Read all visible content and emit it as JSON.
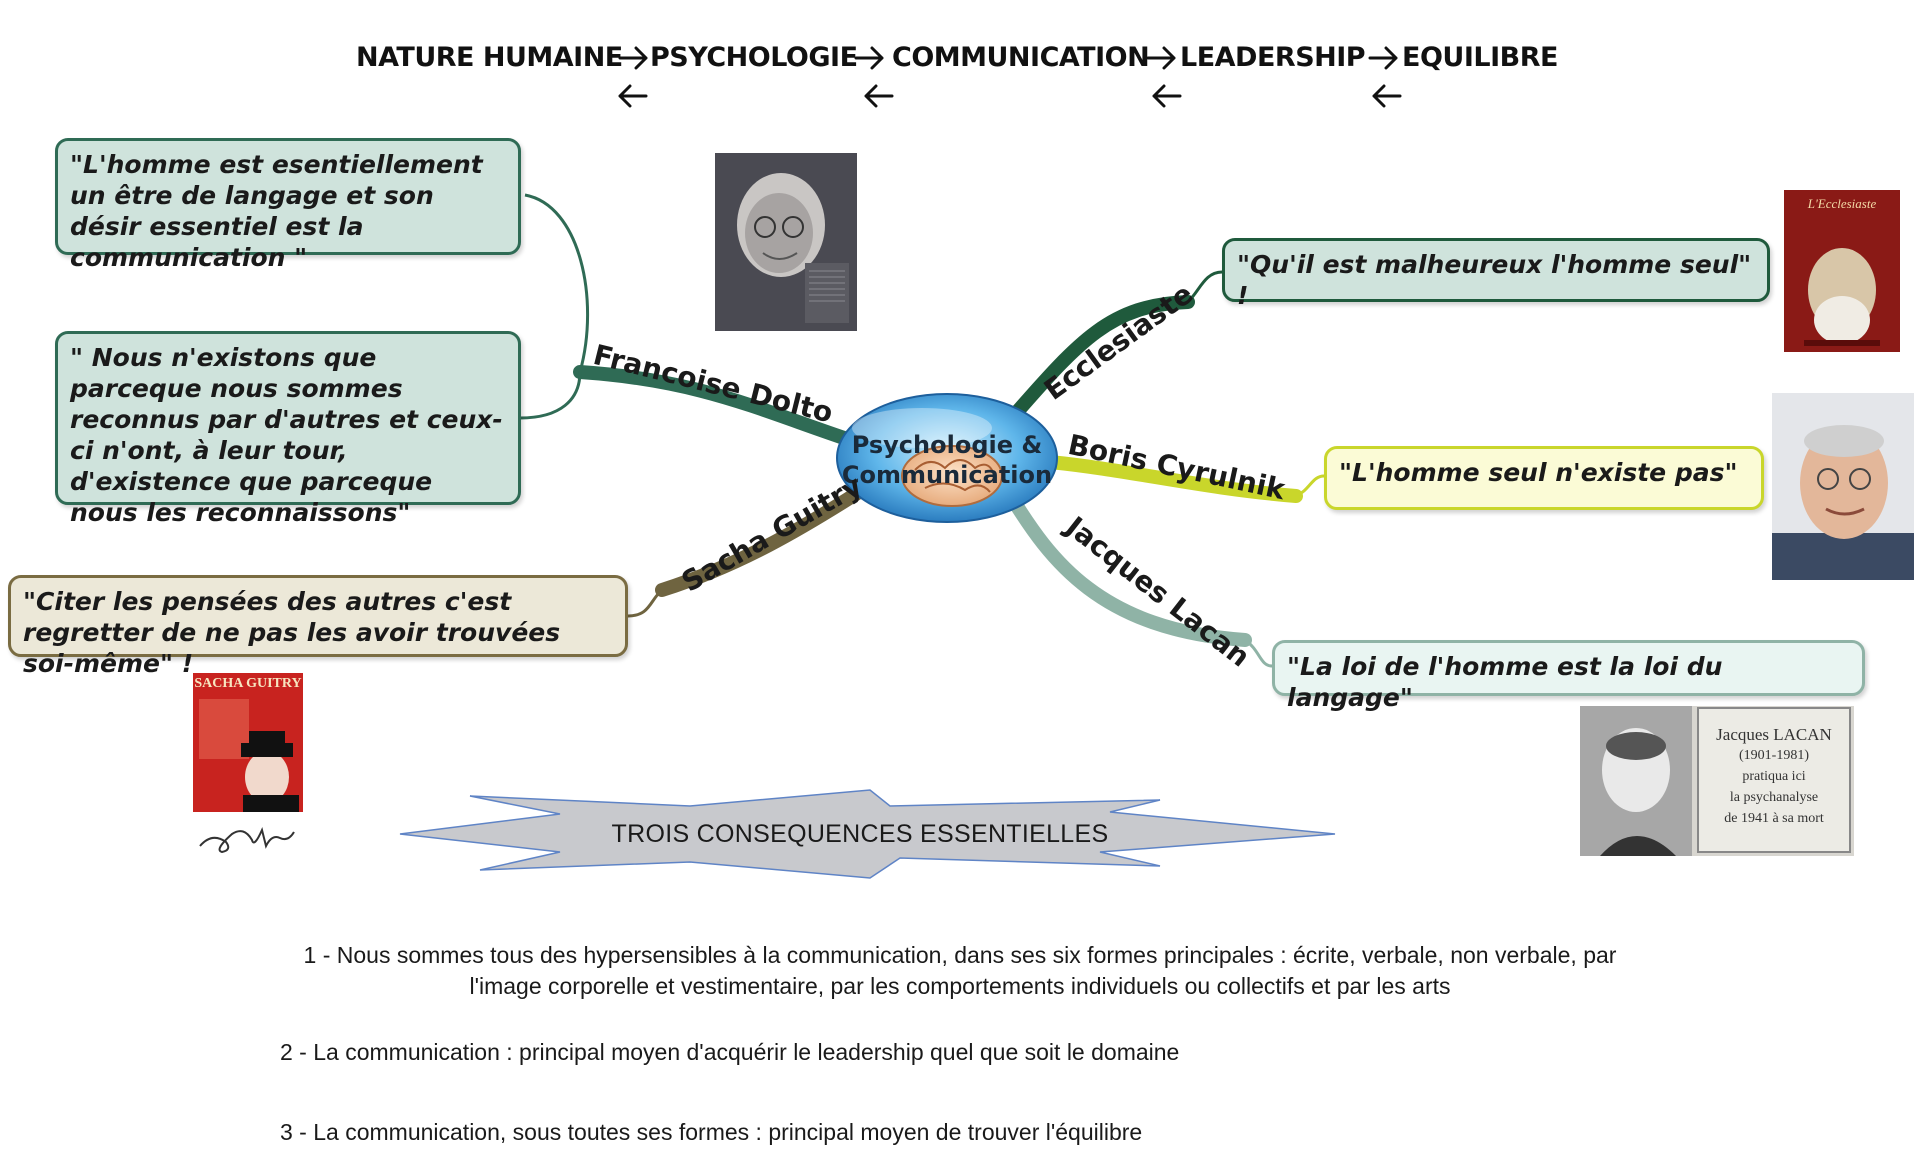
{
  "header_chain": {
    "items": [
      "NATURE HUMAINE",
      "PSYCHOLOGIE",
      "COMMUNICATION",
      "LEADERSHIP",
      "EQUILIBRE"
    ]
  },
  "center": {
    "line1": "Psychologie &",
    "line2": "Communication"
  },
  "branches": {
    "dolto": {
      "label": "Francoise Dolto",
      "color": "#2f6b55",
      "quotes": [
        "\"L'homme est esentiellement un être de langage et son désir essentiel est la communication \"",
        "\" Nous n'existons que parceque nous sommes reconnus par d'autres et ceux-ci n'ont, à leur tour, d'existence que parceque nous les reconnaissons\""
      ]
    },
    "ecclesiaste": {
      "label": "Ecclesiaste",
      "color": "#1f5a3c",
      "quote": "\"Qu'il est malheureux l'homme seul\" !"
    },
    "boris": {
      "label": "Boris Cyrulnik",
      "color": "#c9d62b",
      "quote": "\"L'homme seul n'existe pas\""
    },
    "lacan": {
      "label": "Jacques Lacan",
      "color": "#8fb3a6",
      "quote": "\"La loi de l'homme est la loi du langage\""
    },
    "sacha": {
      "label": "Sacha Guitry",
      "color": "#6f6440",
      "quote": "\"Citer les pensées des autres c'est regretter de ne pas les avoir trouvées soi-même\" !"
    }
  },
  "images": {
    "ecclesiaste_book": {
      "title": "L'Ecclesiaste"
    },
    "sacha_book": {
      "title": "SACHA GUITRY"
    },
    "lacan_plaque": {
      "lines": [
        "Jacques LACAN",
        "(1901-1981)",
        "pratiqua ici",
        "la psychanalyse",
        "de 1941 à sa mort"
      ]
    }
  },
  "star_banner": {
    "label": "TROIS CONSEQUENCES ESSENTIELLES"
  },
  "consequences": [
    "1 - Nous sommes tous des hypersensibles à la communication, dans ses six formes principales : écrite, verbale, non verbale, par l'image corporelle et vestimentaire, par les comportements individuels ou collectifs et par les arts",
    "2 - La communication : principal moyen d'acquérir le leadership quel que soit le domaine",
    "3 - La communication, sous toutes ses formes : principal moyen de trouver l'équilibre"
  ]
}
